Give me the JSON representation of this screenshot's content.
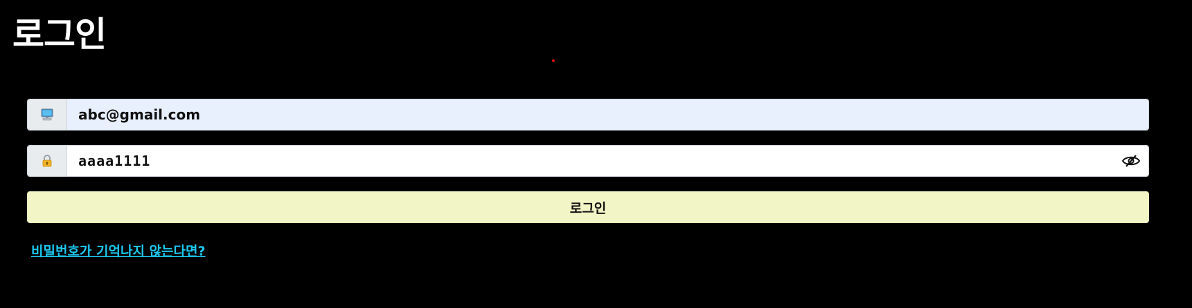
{
  "page": {
    "title": "로그인"
  },
  "email_field": {
    "value": "abc@gmail.com",
    "icon": "computer-icon"
  },
  "password_field": {
    "value": "aaaa1111",
    "icon": "lock-icon",
    "toggle_icon": "eye-slash-icon"
  },
  "login_button": {
    "label": "로그인"
  },
  "forgot_link": {
    "label": "비밀번호가 기억나지 않는다면?"
  },
  "colors": {
    "background": "#000000",
    "email_bg": "#e8f0fe",
    "button_bg": "#f2f5c6",
    "link": "#1ec8f0"
  }
}
